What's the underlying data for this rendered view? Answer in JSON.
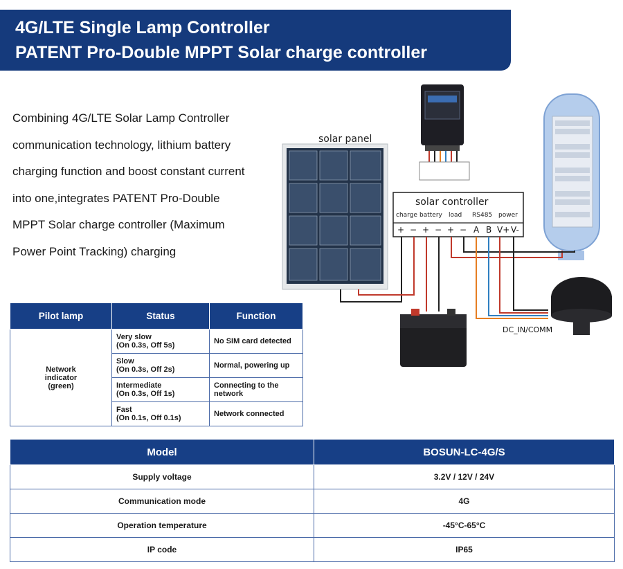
{
  "header": {
    "title_line1": "4G/LTE Single Lamp Controller",
    "title_line2": "PATENT Pro-Double MPPT Solar charge controller"
  },
  "intro": {
    "lines": [
      "Combining 4G/LTE Solar Lamp Controller",
      "communication technology, lithium battery",
      "charging function and boost constant current",
      "into one,integrates PATENT Pro-Double",
      "MPPT Solar charge controller (Maximum",
      "Power Point Tracking) charging"
    ]
  },
  "diagram": {
    "solar_panel_label": "solar panel",
    "controller_label": "solar controller",
    "terminal_groups": [
      "charge",
      "battery",
      "load",
      "RS485",
      "power"
    ],
    "terminal_symbols": [
      "+",
      "−",
      "+",
      "−",
      "+",
      "−",
      "A",
      "B",
      "V+",
      "V-"
    ],
    "dc_in_label": "DC_IN/COMM",
    "wire_colors": {
      "positive": "#c0392b",
      "negative": "#222222",
      "a": "#e67e22",
      "b": "#2f7fc1",
      "v": "#c0392b"
    }
  },
  "pilot_table": {
    "headers": [
      "Pilot lamp",
      "Status",
      "Function"
    ],
    "lamp": [
      "Network",
      "indicator",
      "(green)"
    ],
    "rows": [
      {
        "status1": "Very slow",
        "status2": "(On 0.3s, Off 5s)",
        "function1": "No SIM card detected",
        "function2": ""
      },
      {
        "status1": "Slow",
        "status2": "(On 0.3s, Off 2s)",
        "function1": "Normal, powering up",
        "function2": ""
      },
      {
        "status1": "Intermediate",
        "status2": "(On 0.3s, Off 1s)",
        "function1": "Connecting to the",
        "function2": "network"
      },
      {
        "status1": "Fast",
        "status2": "(On 0.1s, Off 0.1s)",
        "function1": "Network connected",
        "function2": ""
      }
    ]
  },
  "spec_table": {
    "headers": [
      "Model",
      "BOSUN-LC-4G/S"
    ],
    "rows": [
      {
        "name": "Supply voltage",
        "value": "3.2V / 12V / 24V"
      },
      {
        "name": "Communication mode",
        "value": "4G"
      },
      {
        "name": "Operation temperature",
        "value": "-45°C-65°C"
      },
      {
        "name": "IP code",
        "value": "IP65"
      }
    ]
  },
  "colors": {
    "brand_blue": "#153a7c",
    "table_header": "#173f86",
    "table_border": "#4a6aa8"
  }
}
